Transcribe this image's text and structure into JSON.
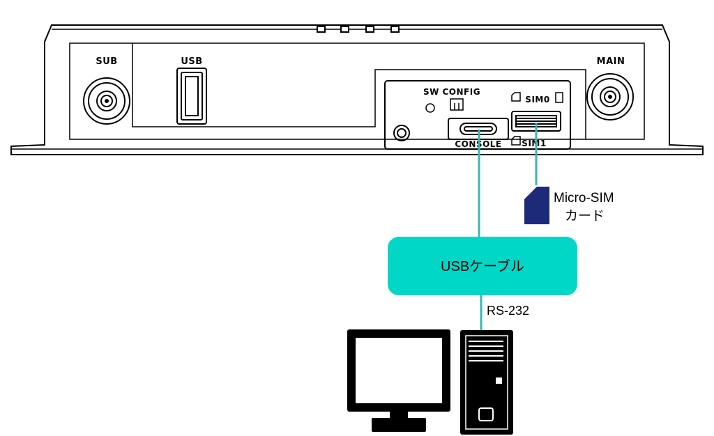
{
  "device": {
    "ports": {
      "sub": "SUB",
      "usb": "USB",
      "main": "MAIN",
      "sw_config": "SW CONFIG",
      "console": "CONSOLE",
      "sim0": "SIM0",
      "sim1": "SIM1"
    }
  },
  "sim_card": {
    "line1": "Micro-SIM",
    "line2": "カード"
  },
  "cable": {
    "label": "USBケーブル",
    "protocol": "RS-232"
  },
  "colors": {
    "cable": "#00d7c7",
    "line": "#37b8b0",
    "sim_card": "#1c2a78",
    "outline": "#000000"
  }
}
